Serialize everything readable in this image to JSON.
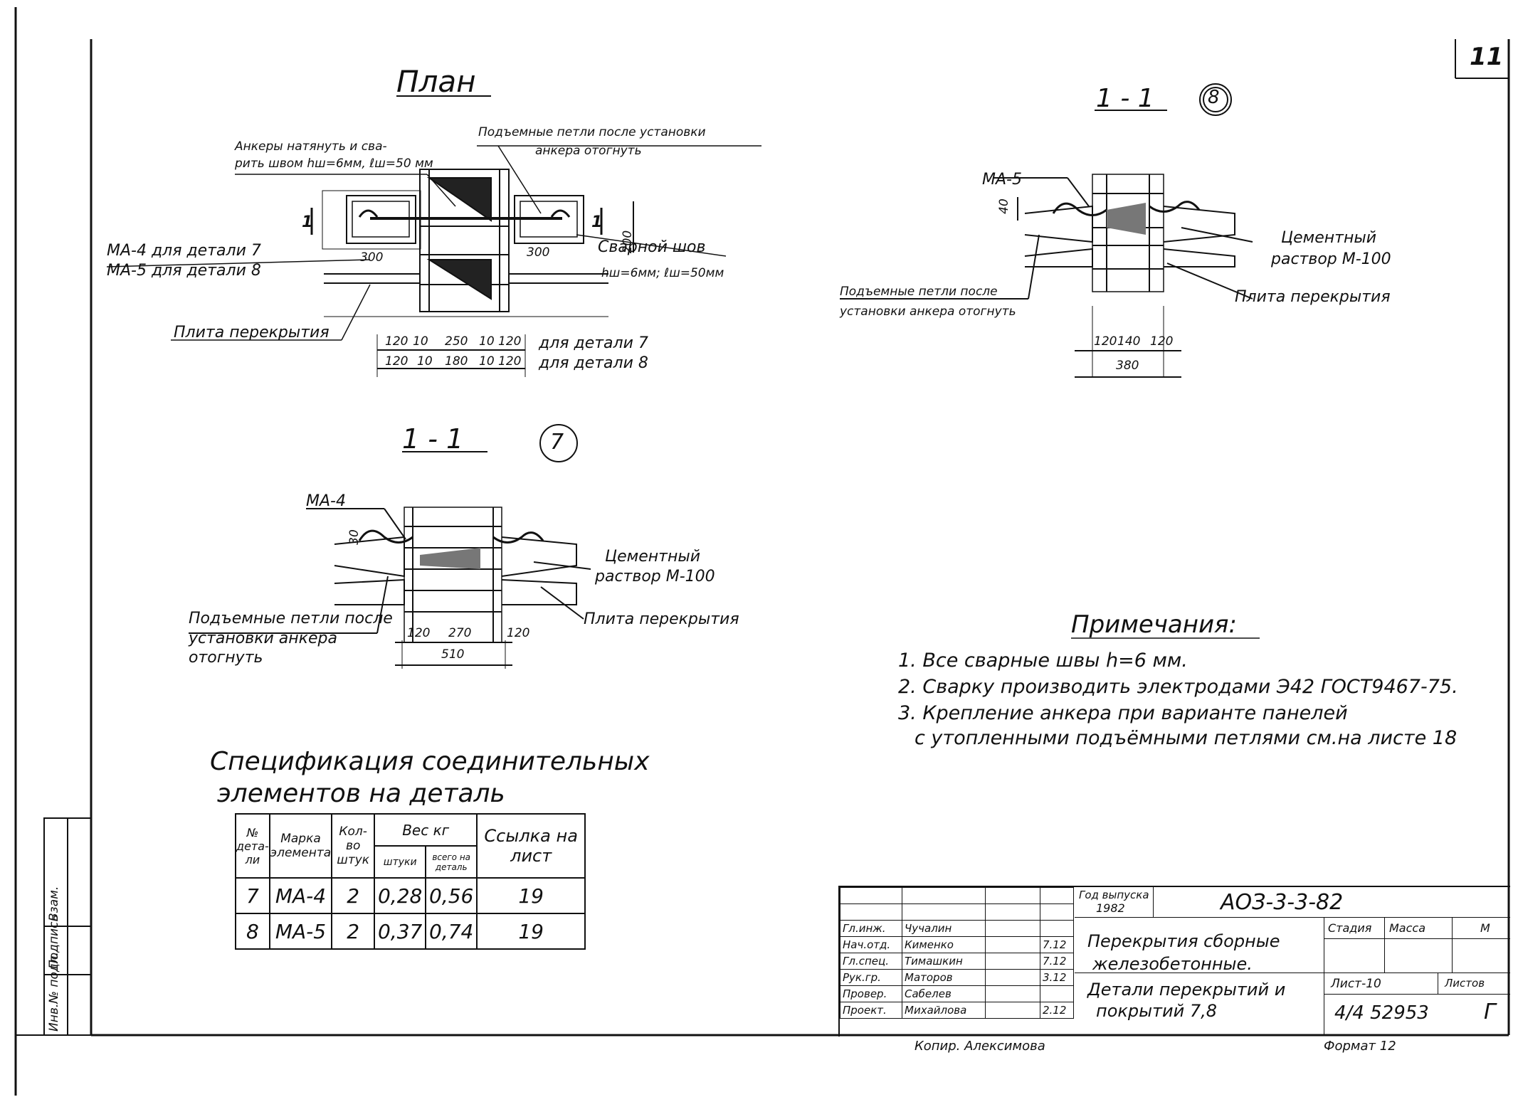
{
  "sheet_number": "11",
  "plan": {
    "title": "План",
    "anchors_note_1": "Анкеры натянуть и сва-",
    "anchors_note_2": "рить швом hш=6мм, ℓш=50 мм",
    "lifting_loops_1": "Подъемные петли после установки",
    "lifting_loops_2": "анкера отогнуть",
    "ma4_label": "МА-4 для детали 7",
    "ma5_label": "МА-5 для детали 8",
    "weld_seam": "Сварной шов",
    "weld_params": "hш=6мм; ℓш=50мм",
    "slab": "Плита перекрытия",
    "section_mark": "1",
    "dim_300_left": "300",
    "dim_300_right": "300",
    "dim_200": "200",
    "dims_row1": [
      "120",
      "10",
      "250",
      "10",
      "120"
    ],
    "dims_row2": [
      "120",
      "10",
      "180",
      "10",
      "120"
    ],
    "for_detail_7": "для детали 7",
    "for_detail_8": "для детали 8"
  },
  "section7": {
    "title": "1 - 1",
    "circle": "7",
    "ma4": "МА-4",
    "dim_30": "30",
    "cement_1": "Цементный",
    "cement_2": "раствор М-100",
    "loops_1": "Подъемные петли после",
    "loops_2": "установки анкера",
    "loops_3": "отогнуть",
    "slab": "Плита перекрытия",
    "dims": [
      "120",
      "270",
      "120"
    ],
    "total": "510"
  },
  "section8": {
    "title": "1 - 1",
    "circle": "8",
    "ma5": "МА-5",
    "dim_40": "40",
    "cement_1": "Цементный",
    "cement_2": "раствор М-100",
    "loops_1": "Подъемные петли после",
    "loops_2": "установки анкера отогнуть",
    "slab": "Плита перекрытия",
    "dims": [
      "120",
      "140",
      "120"
    ],
    "total": "380"
  },
  "notes": {
    "title": "Примечания:",
    "items": [
      "1. Все сварные швы h=6 мм.",
      "2. Сварку производить электродами Э42 ГОСТ9467-75.",
      "3. Крепление анкера при варианте панелей",
      "с утопленными подъёмными петлями см.на листе 18"
    ]
  },
  "spec": {
    "title_1": "Спецификация соединительных",
    "title_2": "элементов на деталь",
    "headers": {
      "num": "№ дета-ли",
      "mark": "Марка элемента",
      "qty": "Кол-во штук",
      "weight": "Вес кг",
      "per_unit": "штуки",
      "total": "всего на деталь",
      "ref": "Ссылка на лист"
    },
    "rows": [
      {
        "num": "7",
        "mark": "МА-4",
        "qty": "2",
        "unit": "0,28",
        "total": "0,56",
        "ref": "19"
      },
      {
        "num": "8",
        "mark": "МА-5",
        "qty": "2",
        "unit": "0,37",
        "total": "0,74",
        "ref": "19"
      }
    ]
  },
  "side_stamp": [
    "Инв.№ подл.",
    "Подпись",
    "Взам."
  ],
  "title_block": {
    "year_label": "Год выпуска",
    "year": "1982",
    "code": "АОЗ-3-3-82",
    "roles": [
      "Гл.инж.",
      "Нач.отд.",
      "Гл.спец.",
      "Рук.гр.",
      "Провер.",
      "Проект."
    ],
    "names": [
      "Чучалин",
      "Кименко",
      "Тимашкин",
      "Маторов",
      "Сабелев",
      "Михайлова"
    ],
    "dates": [
      "",
      "7.12",
      "7.12",
      "3.12",
      "",
      "2.12"
    ],
    "name_1": "Перекрытия сборные",
    "name_2": "железобетонные.",
    "stage": "Стадия",
    "mass": "Масса",
    "m": "М",
    "sheet": "Лист-10",
    "sheets": "Листов",
    "sheet_name_1": "Детали перекрытий и",
    "sheet_name_2": "покрытий 7,8",
    "inv": "4/4 52953",
    "letter": "Г",
    "copied": "Копир. Алексимова",
    "format": "Формат 12"
  }
}
